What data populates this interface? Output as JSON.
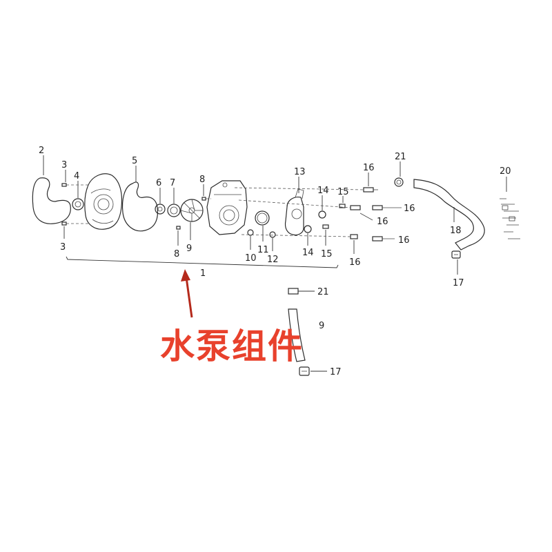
{
  "callouts": {
    "c1": "1",
    "c2": "2",
    "c3a": "3",
    "c3b": "3",
    "c4": "4",
    "c5": "5",
    "c6": "6",
    "c7": "7",
    "c8a": "8",
    "c8b": "8",
    "c9a": "9",
    "c9b": "9",
    "c10": "10",
    "c11": "11",
    "c12": "12",
    "c13": "13",
    "c14a": "14",
    "c14b": "14",
    "c15a": "15",
    "c15b": "15",
    "c16a": "16",
    "c16b": "16",
    "c16c": "16",
    "c16d": "16",
    "c16e": "16",
    "c17a": "17",
    "c17b": "17",
    "c18": "18",
    "c20": "20",
    "c21a": "21",
    "c21b": "21"
  },
  "annotation": {
    "text": "水泵组件",
    "color": "#e8412c",
    "arrow_color": "#b52a1c"
  }
}
